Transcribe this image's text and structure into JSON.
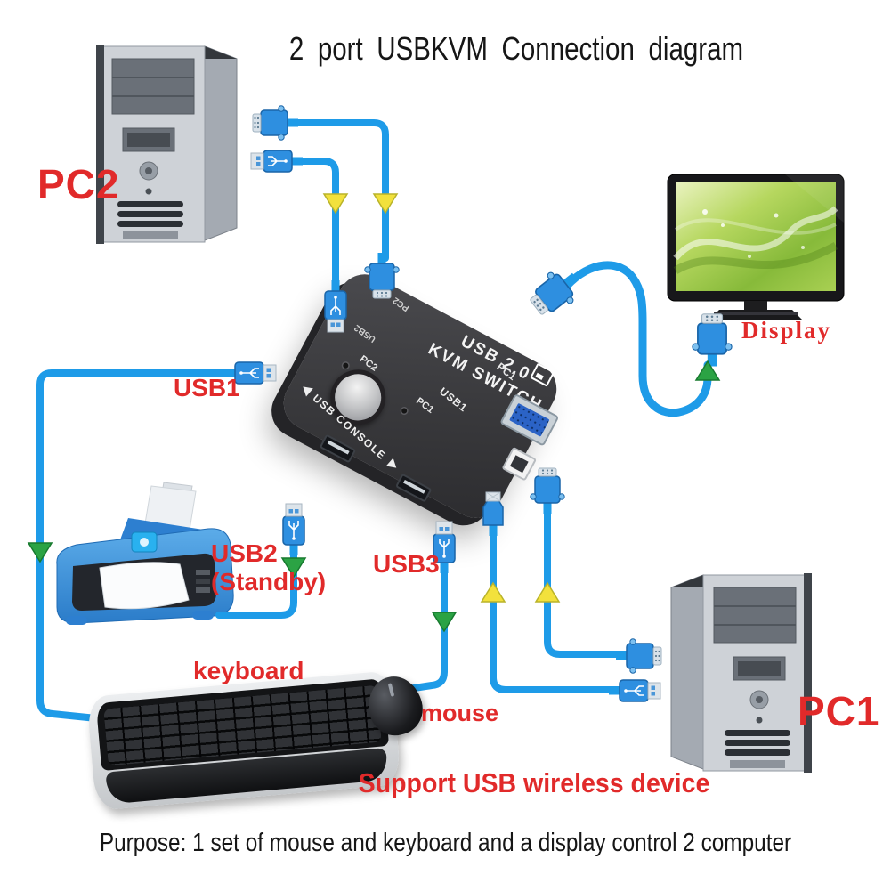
{
  "title": "2 port USBKVM Connection diagram",
  "labels": {
    "pc2": "PC2",
    "pc1": "PC1",
    "display": "Display",
    "usb1": "USB1",
    "usb2": "USB2",
    "usb2_standby": "(Standby)",
    "usb3": "USB3",
    "keyboard": "keyboard",
    "mouse": "mouse",
    "support": "Support USB wireless device"
  },
  "footer": {
    "purpose": "Purpose: 1 set of mouse and keyboard and a display control 2 computer"
  },
  "kvm_device": {
    "brand_line1": "USB 2.0",
    "brand_line2": "KVM SWITCH",
    "console_label": "USB CONSOLE",
    "top_port_label": "PC2",
    "side_port_label": "USB2",
    "led_pc2": "PC2",
    "led_pc1": "PC1",
    "usb1_label": "USB1",
    "pc1_label": "PC1"
  },
  "colors": {
    "cable_blue": "#1E9BE8",
    "connector_blue": "#2E8FE0",
    "label_red": "#E12A2A",
    "arrow_yellow": "#F2E13C",
    "arrow_green": "#2BA344",
    "kvm_body": "#3A3A3D",
    "screen_green": "#9CC845"
  }
}
